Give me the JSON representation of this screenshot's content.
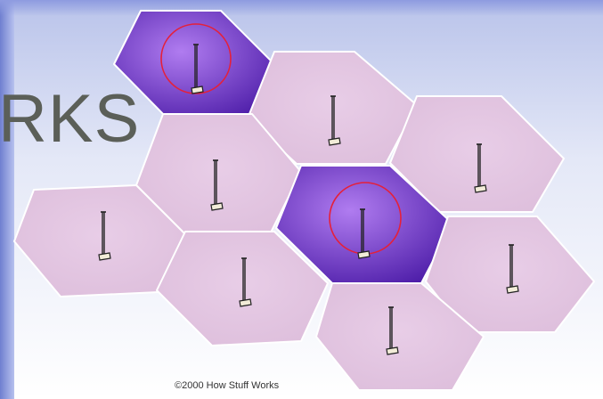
{
  "heading_fragment": "RKS",
  "credit": "©2000 How Stuff Works",
  "colors": {
    "cell_fill": "#e2c2e0",
    "cell_stroke": "#ffffff",
    "active_cell_light": "#b07cf0",
    "active_cell_dark": "#4a1aa6",
    "coverage_ring": "#e5203a",
    "tower": "#222222"
  },
  "icons": {
    "tower": "cell-tower-icon",
    "coverage": "coverage-circle"
  },
  "cells": [
    {
      "id": "top-left",
      "active": true
    },
    {
      "id": "top-center",
      "active": false
    },
    {
      "id": "right-upper",
      "active": false
    },
    {
      "id": "center-left",
      "active": false
    },
    {
      "id": "center",
      "active": true
    },
    {
      "id": "far-left",
      "active": false
    },
    {
      "id": "right-lower",
      "active": false
    },
    {
      "id": "bottom-left",
      "active": false
    },
    {
      "id": "bottom-center",
      "active": false
    }
  ]
}
